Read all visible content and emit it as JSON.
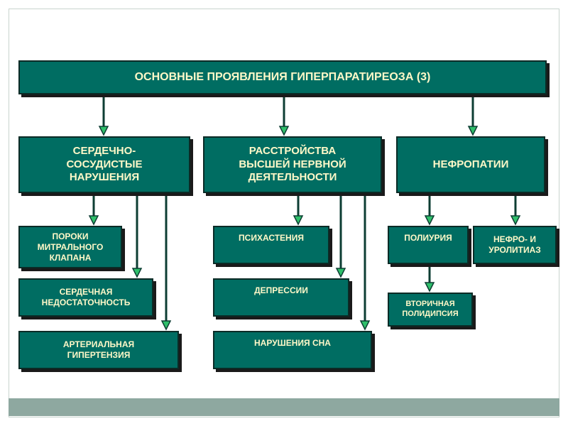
{
  "title": "ОСНОВНЫЕ ПРОЯВЛЕНИЯ  ГИПЕРПАРАТИРЕОЗА (3)",
  "categories": {
    "cardio": "СЕРДЕЧНО-\nСОСУДИСТЫЕ\nНАРУШЕНИЯ",
    "neuro": "РАССТРОЙСТВА\nВЫСШЕЙ  НЕРВНОЙ\nДЕЯТЕЛЬНОСТИ",
    "nephro": "НЕФРОПАТИИ"
  },
  "cardio_items": [
    "ПОРОКИ\nМИТРАЛЬНОГО\nКЛАПАНА",
    "СЕРДЕЧНАЯ\nНЕДОСТАТОЧНОСТЬ",
    "АРТЕРИАЛЬНАЯ\nГИПЕРТЕНЗИЯ"
  ],
  "neuro_items": [
    "ПСИХАСТЕНИЯ",
    "ДЕПРЕССИИ",
    "НАРУШЕНИЯ  СНА"
  ],
  "nephro_items": {
    "polyuria": "ПОЛИУРИЯ",
    "urolithiasis": "НЕФРО-  И\nУРОЛИТИАЗ",
    "polydipsia": "ВТОРИЧНАЯ\nПОЛИДИПСИЯ"
  },
  "colors": {
    "box_fill": "#006d62",
    "box_text": "#fff8c8",
    "arrow": "#0d3d33",
    "arrow_head": "#2fbf6a",
    "bottom_band": "#8ea8a0"
  }
}
